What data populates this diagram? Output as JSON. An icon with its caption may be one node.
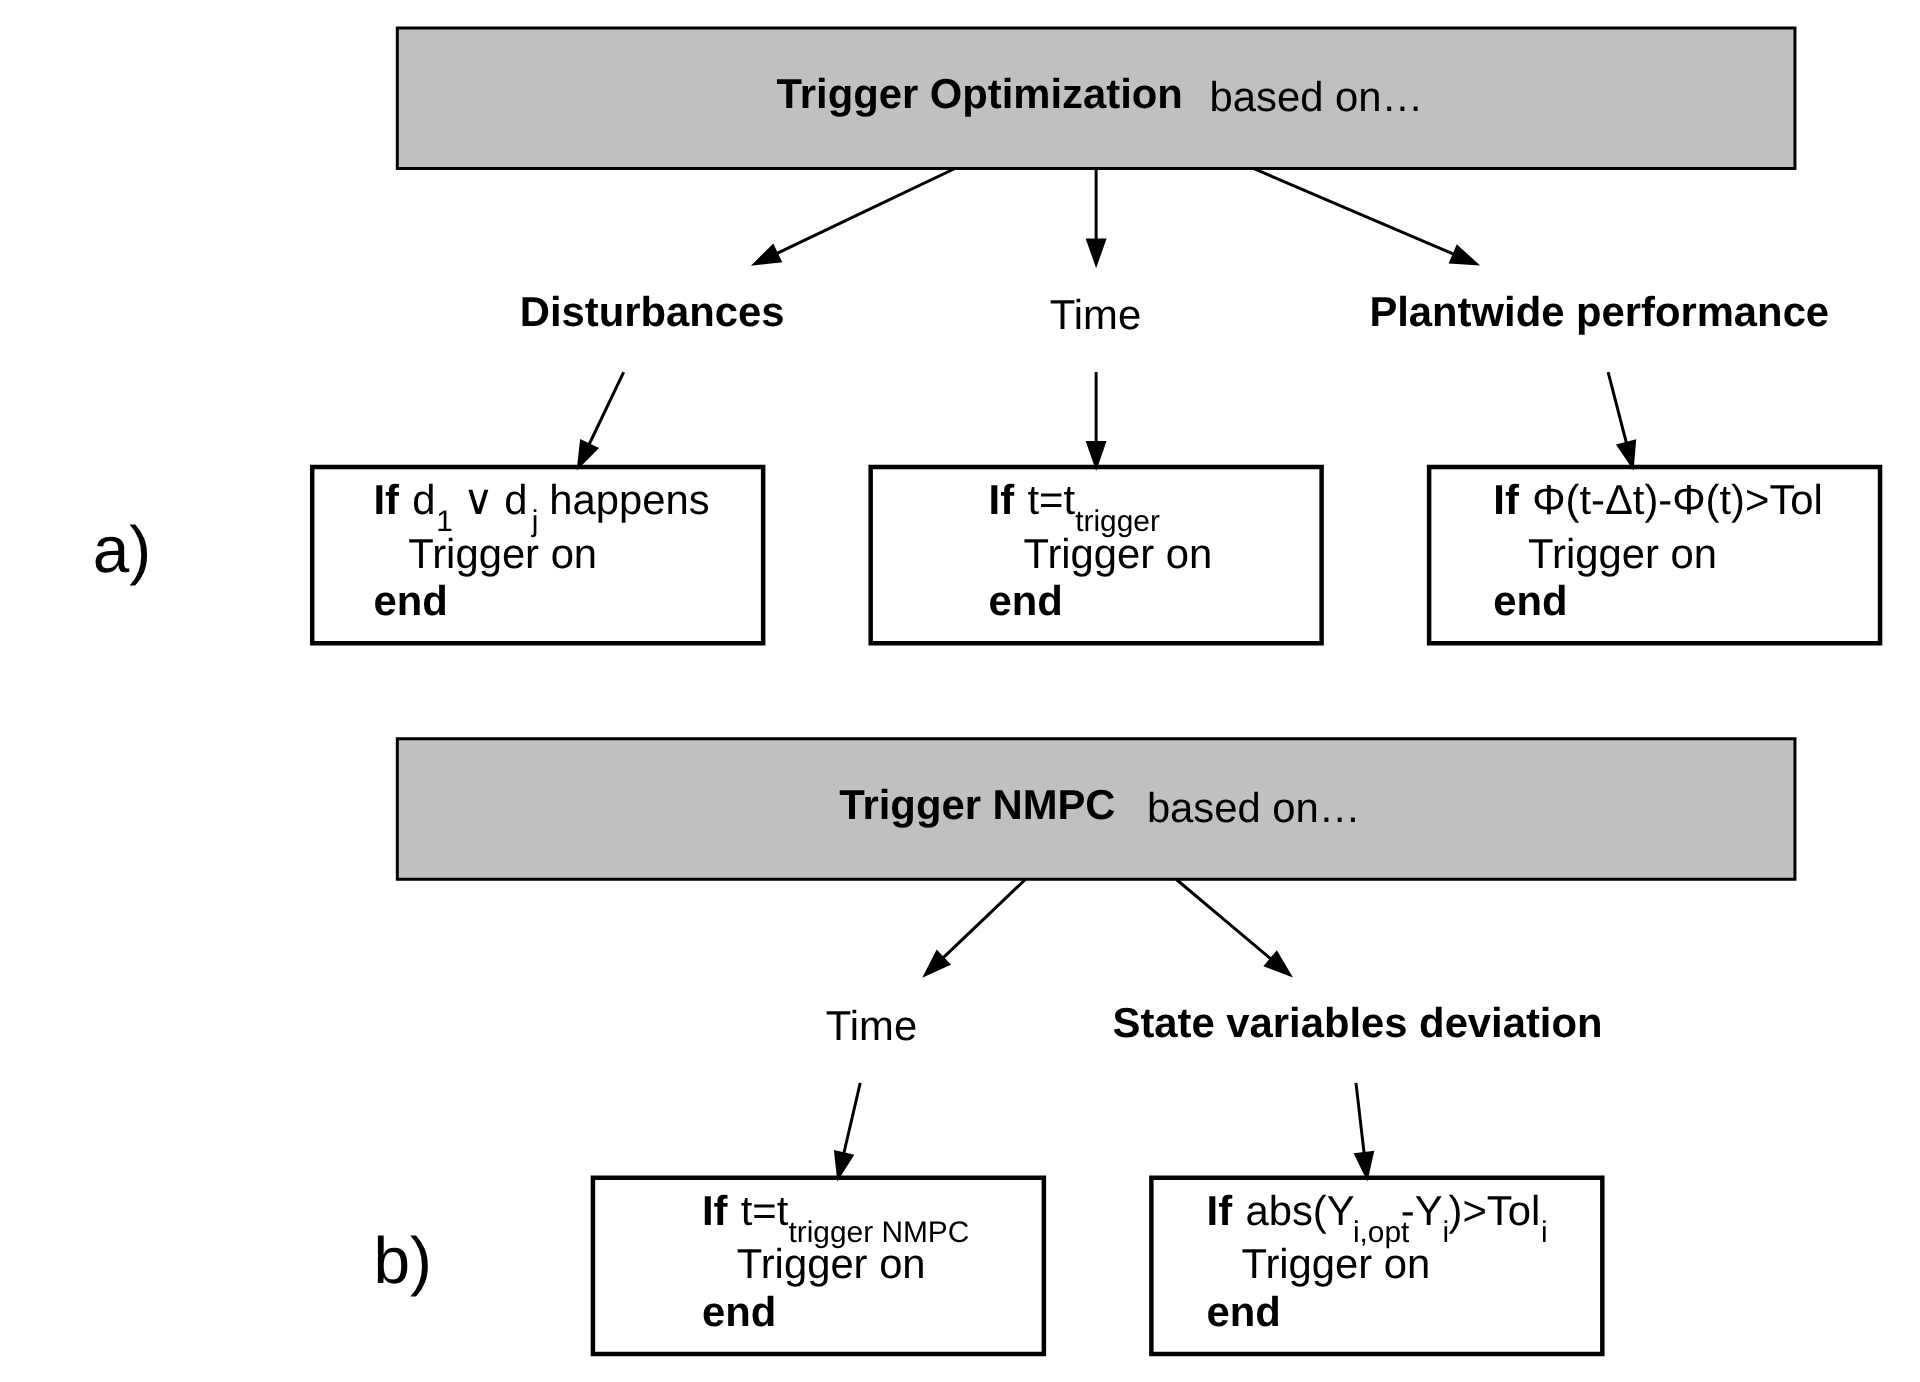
{
  "diagram": {
    "nodes": [
      {
        "text": [
          "**Trigger Optimization** based on…"
        ]
      },
      {
        "text": [
          "Disturbances"
        ]
      },
      {
        "text": [
          "Time"
        ]
      },
      {
        "text": [
          "Plantwide performance"
        ]
      },
      {
        "text": [
          "**If** d$_{1}$ ∨ d$_{j}$ happens",
          "Trigger on",
          "end"
        ]
      },
      {
        "text": [
          "**If** t=t$_{trigger}$",
          "Trigger on",
          "end"
        ]
      },
      {
        "text": [
          "**If** Φ(t-Δt)-Φ(t)>Tol",
          "Trigger on",
          "end"
        ]
      },
      {
        "text": [
          "**Trigger NMPC** based on…"
        ]
      },
      {
        "text": [
          "Time"
        ]
      },
      {
        "text": [
          "State variables deviation"
        ]
      },
      {
        "text": [
          "**If** t=t$_{trigger NMPC}$",
          "Trigger on",
          "end"
        ]
      },
      {
        "text": [
          "**If** abs(Y$_{i,opt}$-Y$_{i}$)>Tol$_{i}$",
          "Trigger on",
          "end"
        ]
      }
    ],
    "edges": [
      {
        "from": 0,
        "to": 1,
        "arrow": "to"
      },
      {
        "from": 0,
        "to": 2,
        "arrow": "to"
      },
      {
        "from": 0,
        "to": 3,
        "arrow": "to"
      },
      {
        "from": 1,
        "to": 4,
        "arrow": "to"
      },
      {
        "from": 2,
        "to": 5,
        "arrow": "to"
      },
      {
        "from": 3,
        "to": 6,
        "arrow": "to"
      },
      {
        "from": 7,
        "to": 8,
        "arrow": "to"
      },
      {
        "from": 7,
        "to": 9,
        "arrow": "to"
      },
      {
        "from": 8,
        "to": 10,
        "arrow": "to"
      },
      {
        "from": 9,
        "to": 11,
        "arrow": "to"
      }
    ],
    "labels": [
      "a)",
      "b)"
    ]
  }
}
